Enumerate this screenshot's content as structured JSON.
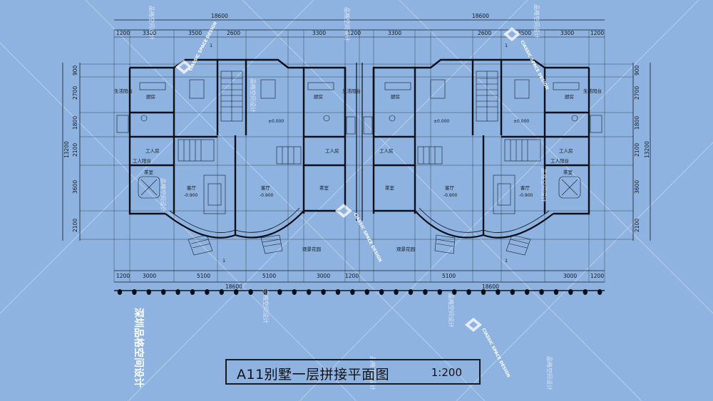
{
  "title": "A11别墅一层拼接平面图",
  "scale": "1:200",
  "dimensions": {
    "overall_width": "18600",
    "overall_depth": "13200",
    "top_segments": [
      "1200",
      "3300",
      "3500",
      "2600",
      "3300",
      "1200"
    ],
    "bottom_segments": [
      "1200",
      "3000",
      "5100",
      "5100",
      "3000",
      "1200"
    ],
    "left_segments": [
      "900",
      "2700",
      "1800",
      "2100",
      "3600",
      "2100"
    ],
    "right_segments": [
      "900",
      "2700",
      "1800",
      "2100",
      "3600",
      "2100"
    ]
  },
  "rooms": {
    "kitchen": "厨房",
    "utility_balcony": "生活阳台",
    "servant_room": "工人房",
    "tea_room": "茶室",
    "living_room": "客厅",
    "landscape_garden": "观景花园",
    "servant_balcony": "工人阳台"
  },
  "elevations": {
    "ground": "±0.000",
    "living": "-0.900"
  },
  "section_marker": "1",
  "watermarks": {
    "brand_vertical": "深圳品格空间设计",
    "brand_short": "品格空间设计",
    "logo_text": "ClASSIC SPACE DESIGN",
    "logo_sub": "品格空间设计"
  },
  "colors": {
    "background": "#8fb3e0",
    "line": "#101820",
    "wall": "#0b1018",
    "watermark": "#ffffff"
  }
}
